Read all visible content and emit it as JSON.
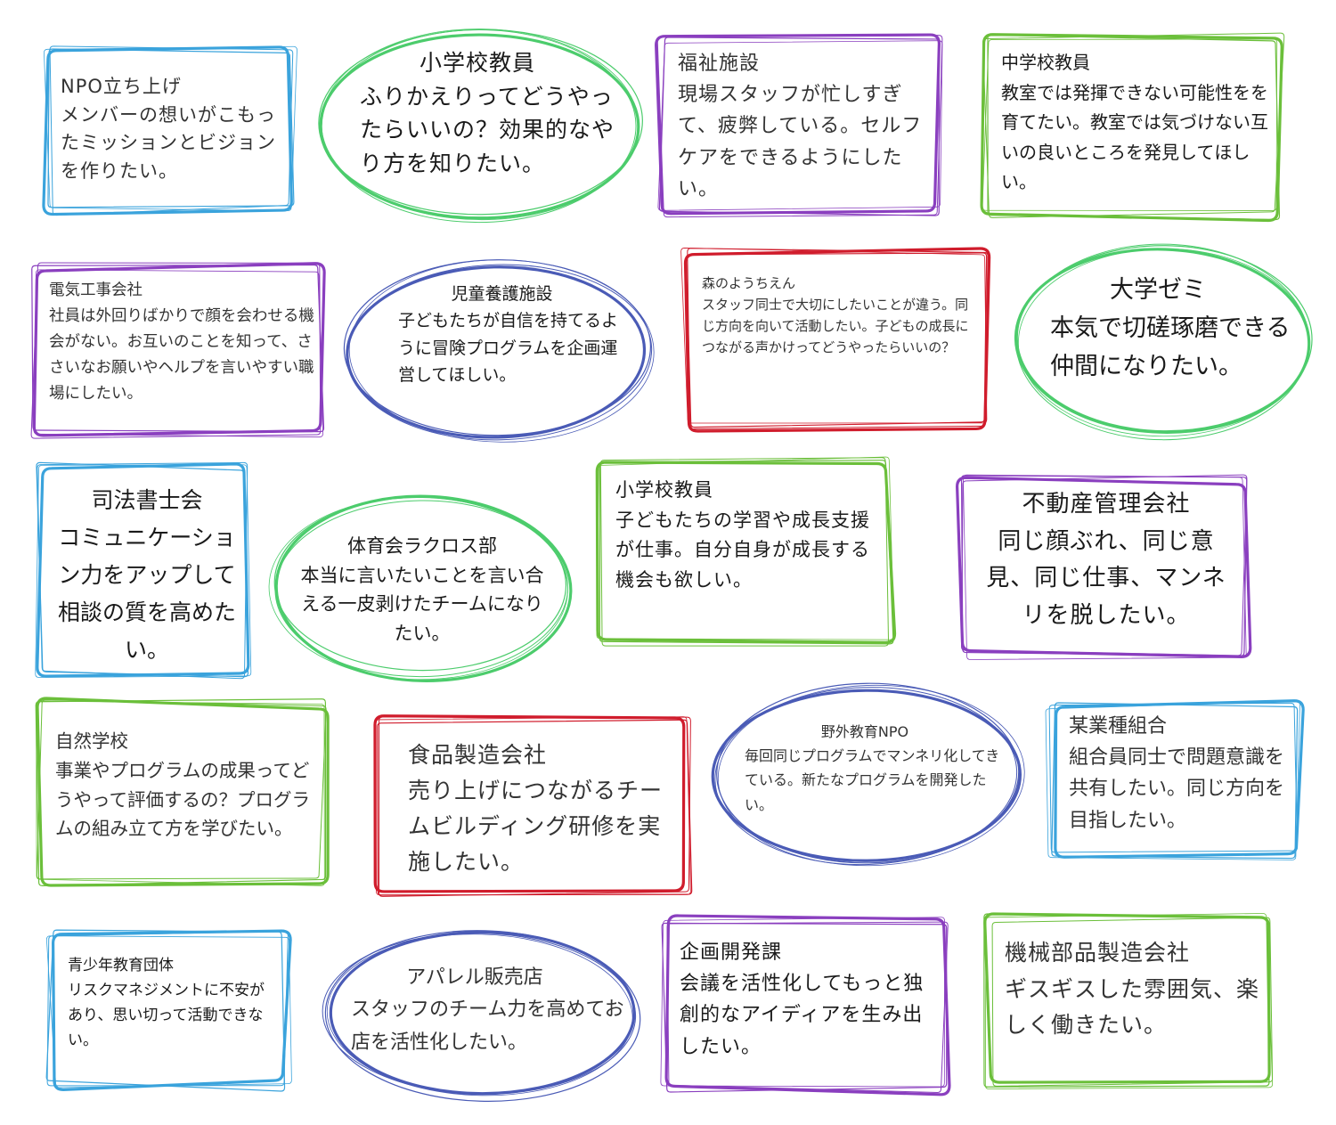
{
  "colors": {
    "blue": "#3aa3dc",
    "green": "#6bbf3a",
    "purple": "#8a3fbf",
    "navy": "#4a5bb6",
    "red": "#d01c2c",
    "lightgreen": "#4ccc6c"
  },
  "cards": [
    {
      "id": "npo-startup",
      "title": "NPO立ち上げ",
      "body": "メンバーの想いがこもったミッションとビジョンを作りたい。"
    },
    {
      "id": "elementary-teacher-1",
      "title": "小学校教員",
      "body": "ふりかえりってどうやったらいいの？効果的なやり方を知りたい。"
    },
    {
      "id": "welfare-facility",
      "title": "福祉施設",
      "body": "現場スタッフが忙しすぎて、疲弊している。セルフケアをできるようにしたい。"
    },
    {
      "id": "junior-high-teacher",
      "title": "中学校教員",
      "body": "教室では発揮できない可能性をを育てたい。教室では気づけない互いの良いところを発見してほしい。"
    },
    {
      "id": "electric-company",
      "title": "電気工事会社",
      "body": "社員は外回りばかりで顔を会わせる機会がない。お互いのことを知って、ささいなお願いやヘルプを言いやすい職場にしたい。"
    },
    {
      "id": "child-welfare",
      "title": "児童養護施設",
      "body": "子どもたちが自信を持てるように冒険プログラムを企画運営してほしい。"
    },
    {
      "id": "forest-kindergarten",
      "title": "森のようちえん",
      "body": "スタッフ同士で大切にしたいことが違う。同じ方向を向いて活動したい。子どもの成長につながる声かけってどうやったらいいの？"
    },
    {
      "id": "university-seminar",
      "title": "大学ゼミ",
      "body": "本気で切磋琢磨できる仲間になりたい。"
    },
    {
      "id": "judicial-scriveners",
      "title": "司法書士会",
      "body": "コミュニケーション力をアップして相談の質を高めたい。"
    },
    {
      "id": "lacrosse-club",
      "title": "体育会ラクロス部",
      "body": "本当に言いたいことを言い合える一皮剥けたチームになりたい。"
    },
    {
      "id": "elementary-teacher-2",
      "title": "小学校教員",
      "body": "子どもたちの学習や成長支援が仕事。自分自身が成長する機会も欲しい。"
    },
    {
      "id": "real-estate",
      "title": "不動産管理会社",
      "body": "同じ顔ぶれ、同じ意見、同じ仕事、マンネリを脱したい。"
    },
    {
      "id": "nature-school",
      "title": "自然学校",
      "body": "事業やプログラムの成果ってどうやって評価するの？プログラムの組み立て方を学びたい。"
    },
    {
      "id": "food-manufacturer",
      "title": "食品製造会社",
      "body": "売り上げにつながるチームビルディング研修を実施したい。"
    },
    {
      "id": "outdoor-npo",
      "title": "野外教育NPO",
      "body": "毎回同じプログラムでマンネリ化してきている。新たなプログラムを開発したい。"
    },
    {
      "id": "trade-union",
      "title": "某業種組合",
      "body": "組合員同士で問題意識を共有したい。同じ方向を目指したい。"
    },
    {
      "id": "youth-education",
      "title": "青少年教育団体",
      "body": "リスクマネジメントに不安があり、思い切って活動できない。"
    },
    {
      "id": "apparel-store",
      "title": "アパレル販売店",
      "body": "スタッフのチーム力を高めてお店を活性化したい。"
    },
    {
      "id": "planning-dept",
      "title": "企画開発課",
      "body": "会議を活性化してもっと独創的なアイディアを生み出したい。"
    },
    {
      "id": "machine-parts",
      "title": "機械部品製造会社",
      "body": "ギスギスした雰囲気、楽しく働きたい。"
    }
  ]
}
